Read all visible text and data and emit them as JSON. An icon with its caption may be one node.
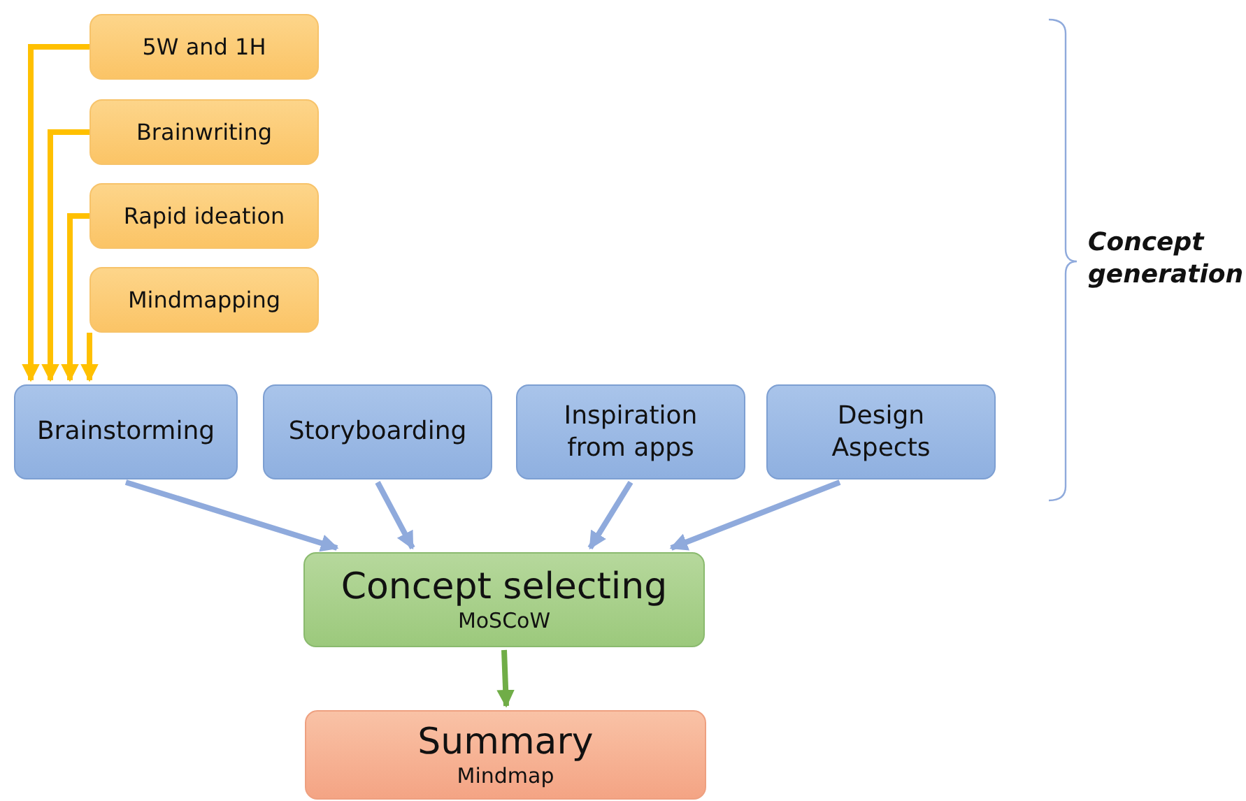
{
  "diagram": {
    "nodes": [
      {
        "text": [
          "5W and 1H"
        ]
      },
      {
        "text": [
          "Brainwriting"
        ]
      },
      {
        "text": [
          "Rapid ideation"
        ]
      },
      {
        "text": [
          "Mindmapping"
        ]
      },
      {
        "text": [
          "Brainstorming"
        ]
      },
      {
        "text": [
          "Storyboarding"
        ]
      },
      {
        "text": [
          "Inspiration from apps"
        ]
      },
      {
        "text": [
          "Design Aspects"
        ]
      },
      {
        "text": [
          "Concept selecting",
          "MoSCoW"
        ]
      },
      {
        "text": [
          "Summary",
          "Mindmap"
        ]
      }
    ],
    "edges": [
      {
        "from": 0,
        "to": 4,
        "arrow": "to",
        "color": "#ffc000"
      },
      {
        "from": 1,
        "to": 4,
        "arrow": "to",
        "color": "#ffc000"
      },
      {
        "from": 2,
        "to": 4,
        "arrow": "to",
        "color": "#ffc000"
      },
      {
        "from": 3,
        "to": 4,
        "arrow": "to",
        "color": "#ffc000"
      },
      {
        "from": 4,
        "to": 8,
        "arrow": "to",
        "color": "#8faadc"
      },
      {
        "from": 5,
        "to": 8,
        "arrow": "to",
        "color": "#8faadc"
      },
      {
        "from": 6,
        "to": 8,
        "arrow": "to",
        "color": "#8faadc"
      },
      {
        "from": 7,
        "to": 8,
        "arrow": "to",
        "color": "#8faadc"
      },
      {
        "from": 8,
        "to": 9,
        "arrow": "to",
        "color": "#70ad47"
      }
    ],
    "labels": [
      "Concept generation"
    ]
  }
}
